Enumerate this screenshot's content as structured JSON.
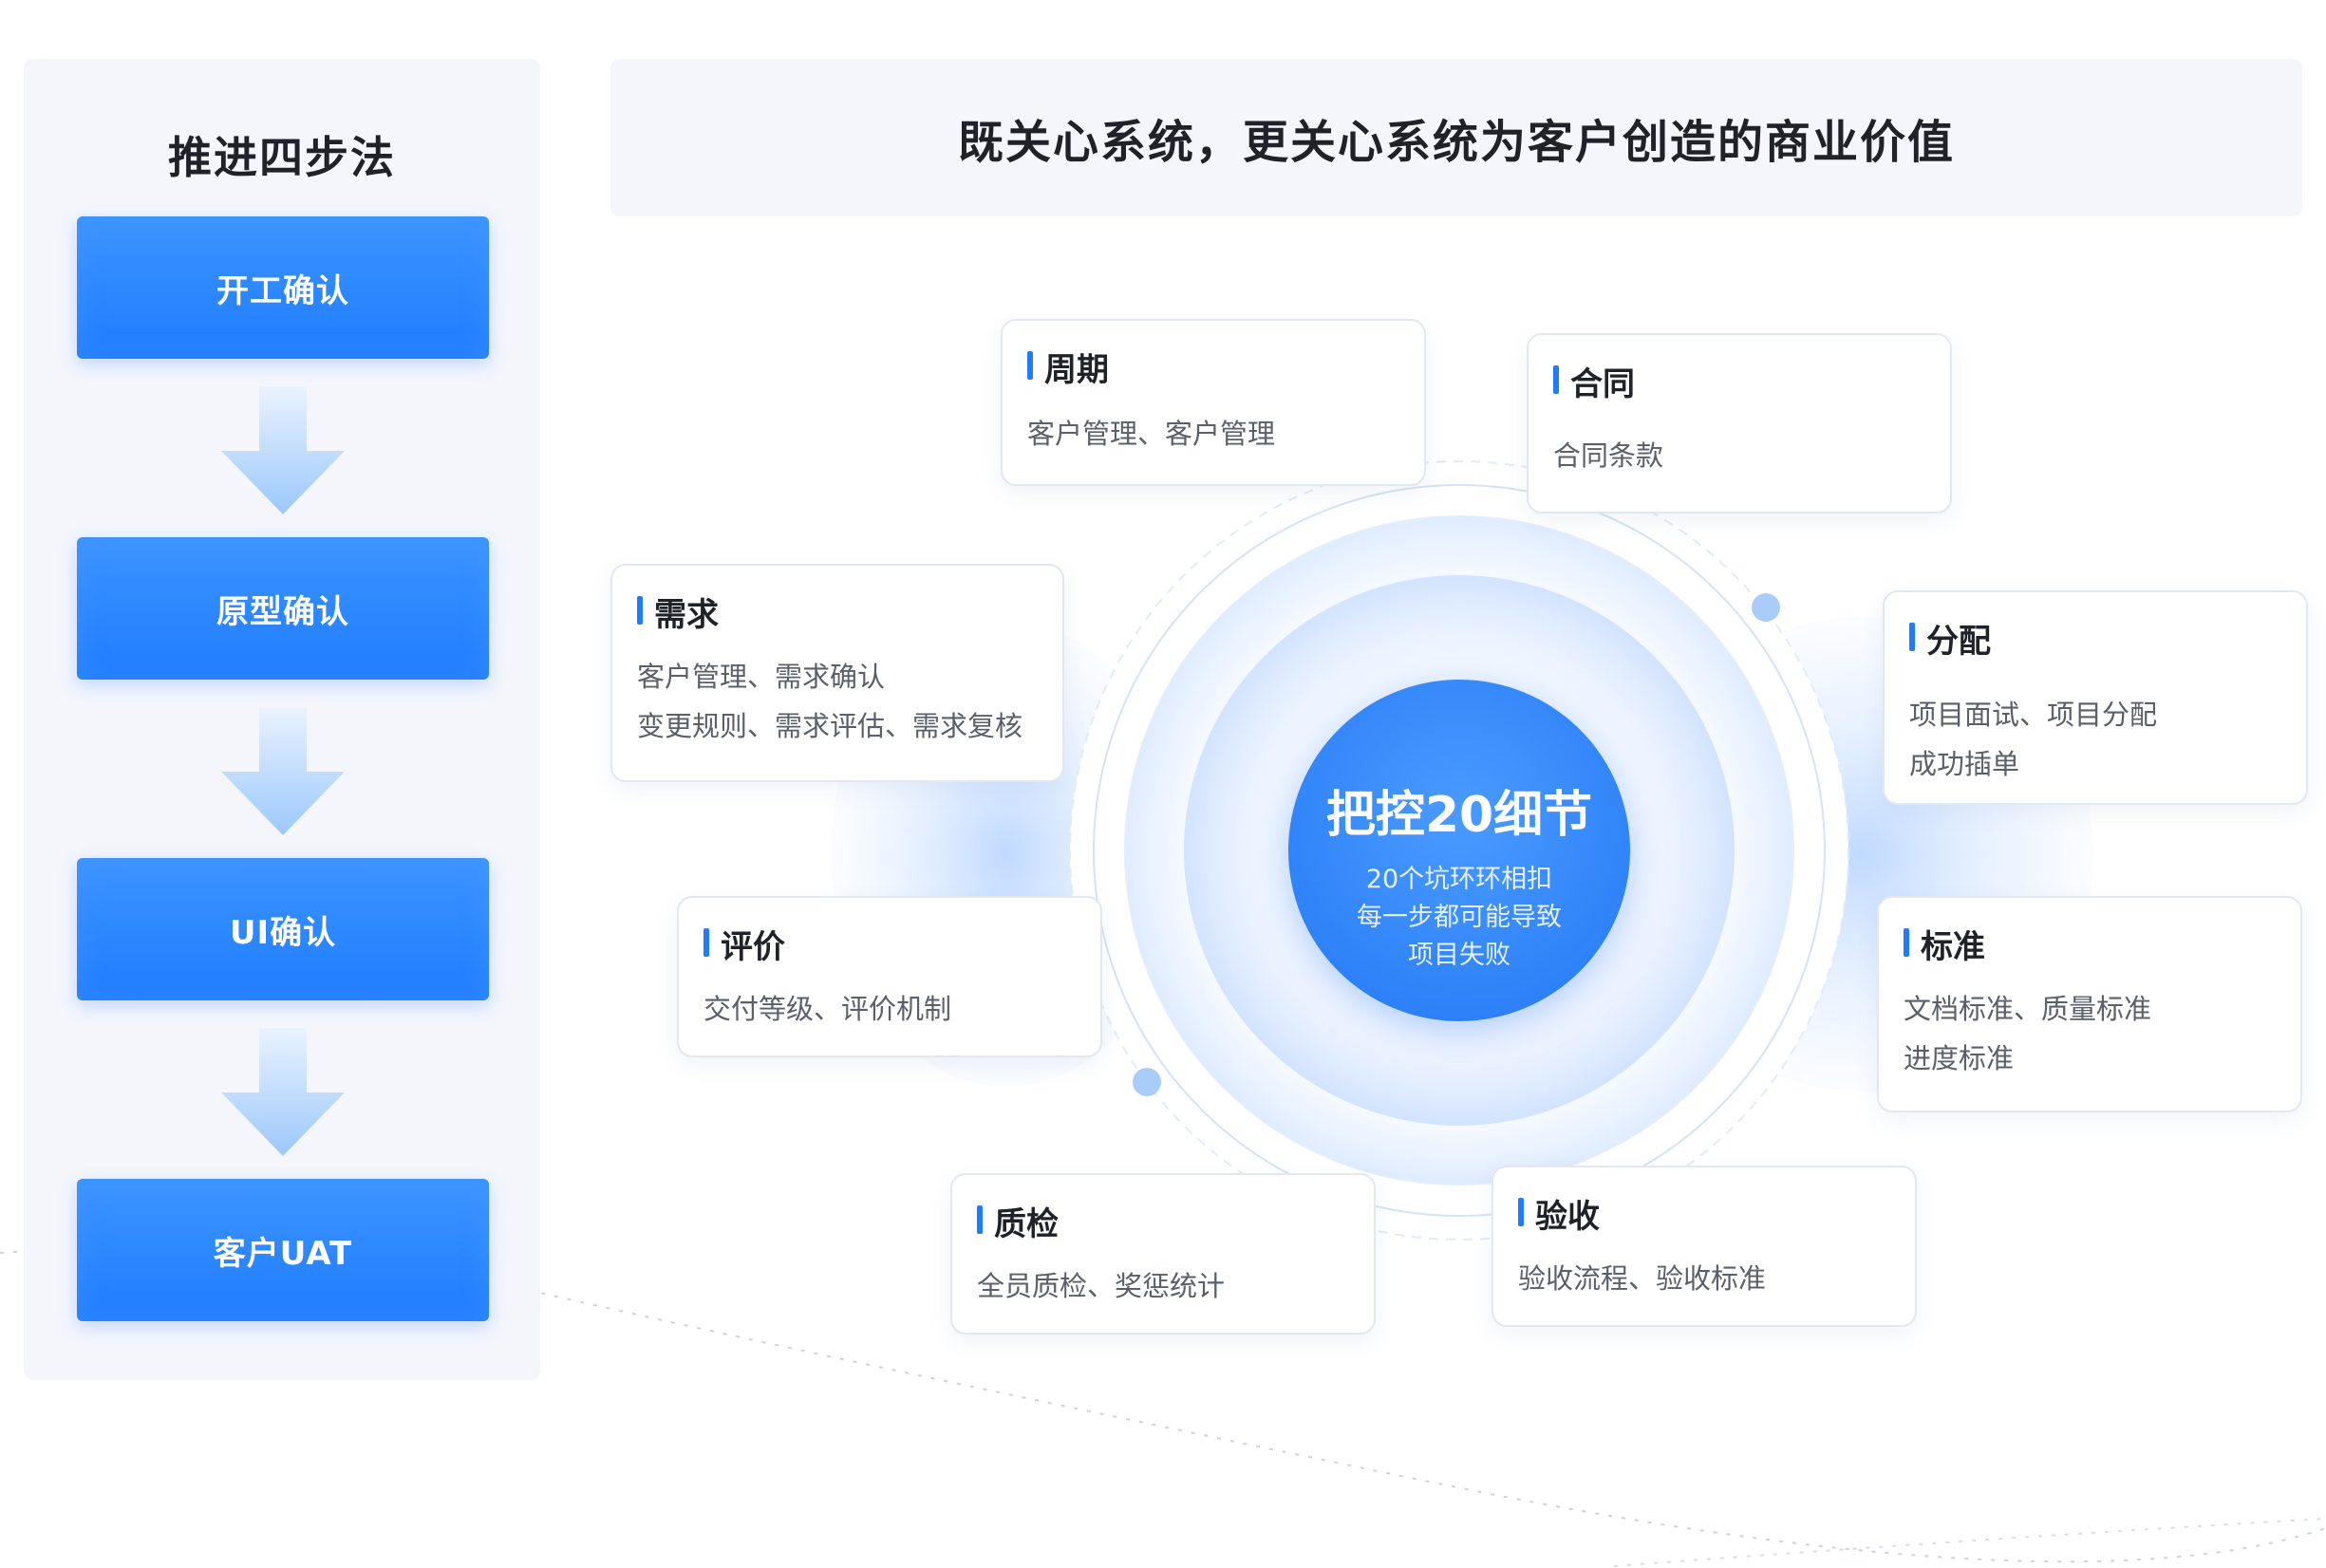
{
  "left_panel": {
    "title": "推进四步法",
    "steps": [
      "开工确认",
      "原型确认",
      "UI确认",
      "客户UAT"
    ]
  },
  "header": {
    "title": "既关心系统，更关心系统为客户创造的商业价值"
  },
  "center": {
    "title": "把控20细节",
    "lines": [
      "20个坑环环相扣",
      "每一步都可能导致",
      "项目失败"
    ]
  },
  "cards": {
    "zhouqi": {
      "title": "周期",
      "lines": [
        "客户管理、客户管理"
      ]
    },
    "hetong": {
      "title": "合同",
      "lines": [
        "合同条款"
      ]
    },
    "xuqiu": {
      "title": "需求",
      "lines": [
        "客户管理、需求确认",
        "变更规则、需求评估、需求复核"
      ]
    },
    "fenpei": {
      "title": "分配",
      "lines": [
        "项目面试、项目分配",
        "成功插单"
      ]
    },
    "pingjia": {
      "title": "评价",
      "lines": [
        "交付等级、评价机制"
      ]
    },
    "biaozhun": {
      "title": "标准",
      "lines": [
        "文档标准、质量标准",
        "进度标准"
      ]
    },
    "zhijian": {
      "title": "质检",
      "lines": [
        "全员质检、奖惩统计"
      ]
    },
    "yanshou": {
      "title": "验收",
      "lines": [
        "验收流程、验收标准"
      ]
    }
  },
  "colors": {
    "accent": "#1f7cff",
    "panel_bg": "#f4f6fc",
    "text_dark": "#1f2329",
    "text_gray": "#5a5f69"
  }
}
